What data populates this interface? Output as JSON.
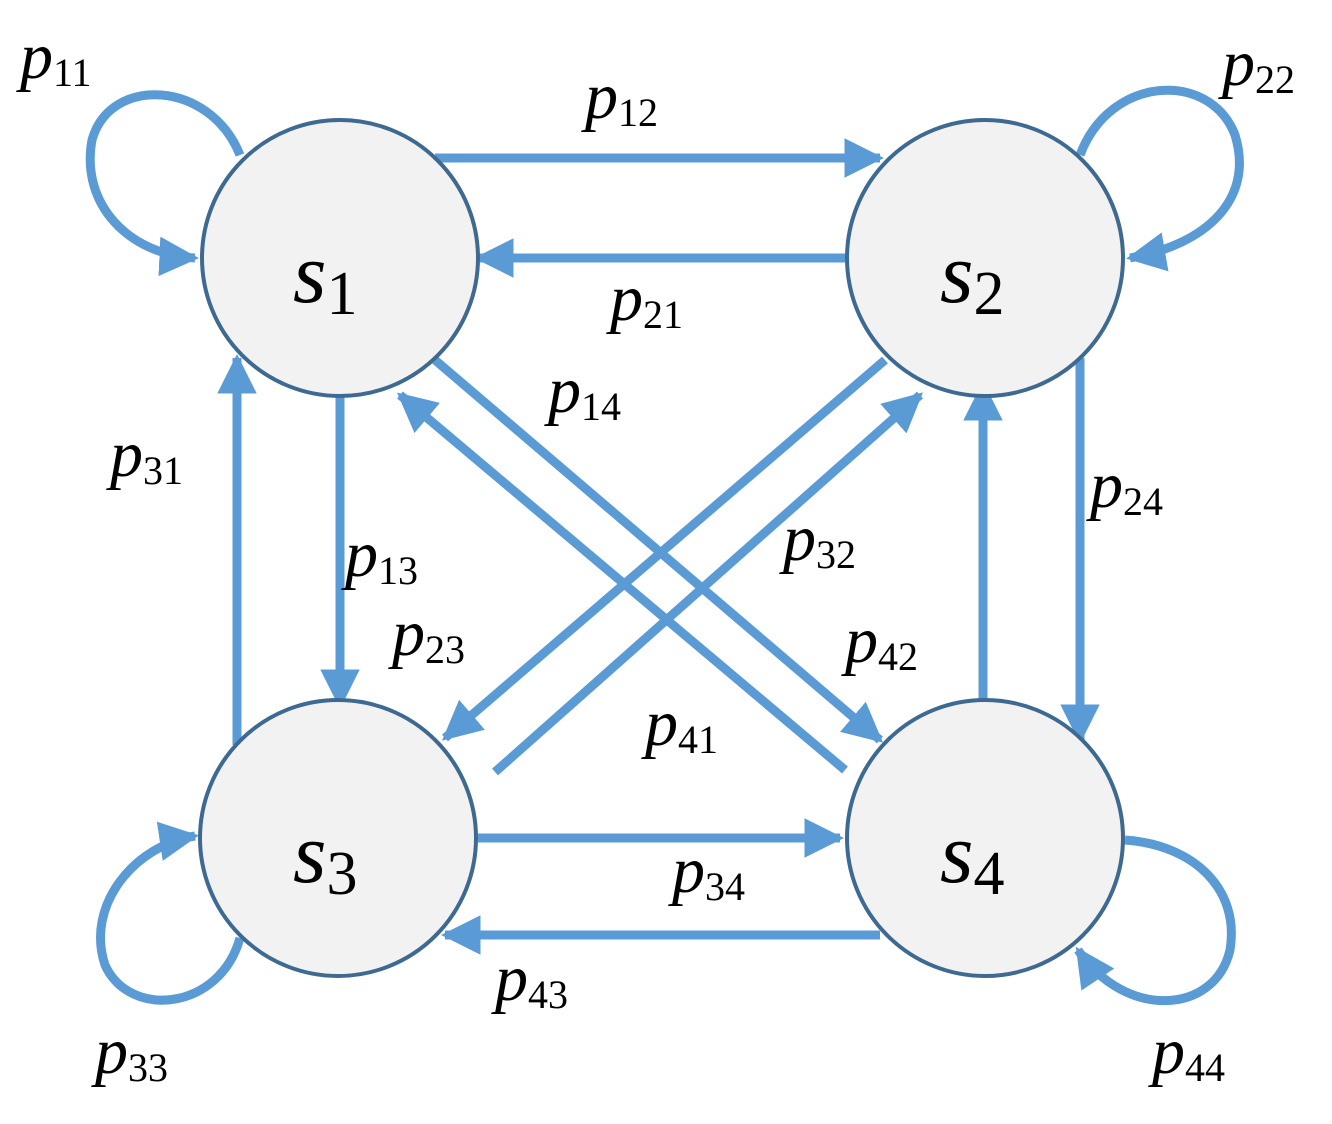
{
  "colors": {
    "edge": "#5b9bd5",
    "node_fill": "#f2f2f2",
    "node_stroke": "#3e6a92"
  },
  "nodes": [
    {
      "id": "s1",
      "base": "s",
      "sub": "1"
    },
    {
      "id": "s2",
      "base": "s",
      "sub": "2"
    },
    {
      "id": "s3",
      "base": "s",
      "sub": "3"
    },
    {
      "id": "s4",
      "base": "s",
      "sub": "4"
    }
  ],
  "edges": [
    {
      "id": "p11",
      "from": "s1",
      "to": "s1",
      "base": "p",
      "sub": "11"
    },
    {
      "id": "p12",
      "from": "s1",
      "to": "s2",
      "base": "p",
      "sub": "12"
    },
    {
      "id": "p21",
      "from": "s2",
      "to": "s1",
      "base": "p",
      "sub": "21"
    },
    {
      "id": "p22",
      "from": "s2",
      "to": "s2",
      "base": "p",
      "sub": "22"
    },
    {
      "id": "p13",
      "from": "s1",
      "to": "s3",
      "base": "p",
      "sub": "13"
    },
    {
      "id": "p31",
      "from": "s3",
      "to": "s1",
      "base": "p",
      "sub": "31"
    },
    {
      "id": "p14",
      "from": "s1",
      "to": "s4",
      "base": "p",
      "sub": "14"
    },
    {
      "id": "p41",
      "from": "s4",
      "to": "s1",
      "base": "p",
      "sub": "41"
    },
    {
      "id": "p23",
      "from": "s2",
      "to": "s3",
      "base": "p",
      "sub": "23"
    },
    {
      "id": "p32",
      "from": "s3",
      "to": "s2",
      "base": "p",
      "sub": "32"
    },
    {
      "id": "p24",
      "from": "s2",
      "to": "s4",
      "base": "p",
      "sub": "24"
    },
    {
      "id": "p42",
      "from": "s4",
      "to": "s2",
      "base": "p",
      "sub": "42"
    },
    {
      "id": "p33",
      "from": "s3",
      "to": "s3",
      "base": "p",
      "sub": "33"
    },
    {
      "id": "p34",
      "from": "s3",
      "to": "s4",
      "base": "p",
      "sub": "34"
    },
    {
      "id": "p43",
      "from": "s4",
      "to": "s3",
      "base": "p",
      "sub": "43"
    },
    {
      "id": "p44",
      "from": "s4",
      "to": "s4",
      "base": "p",
      "sub": "44"
    }
  ]
}
